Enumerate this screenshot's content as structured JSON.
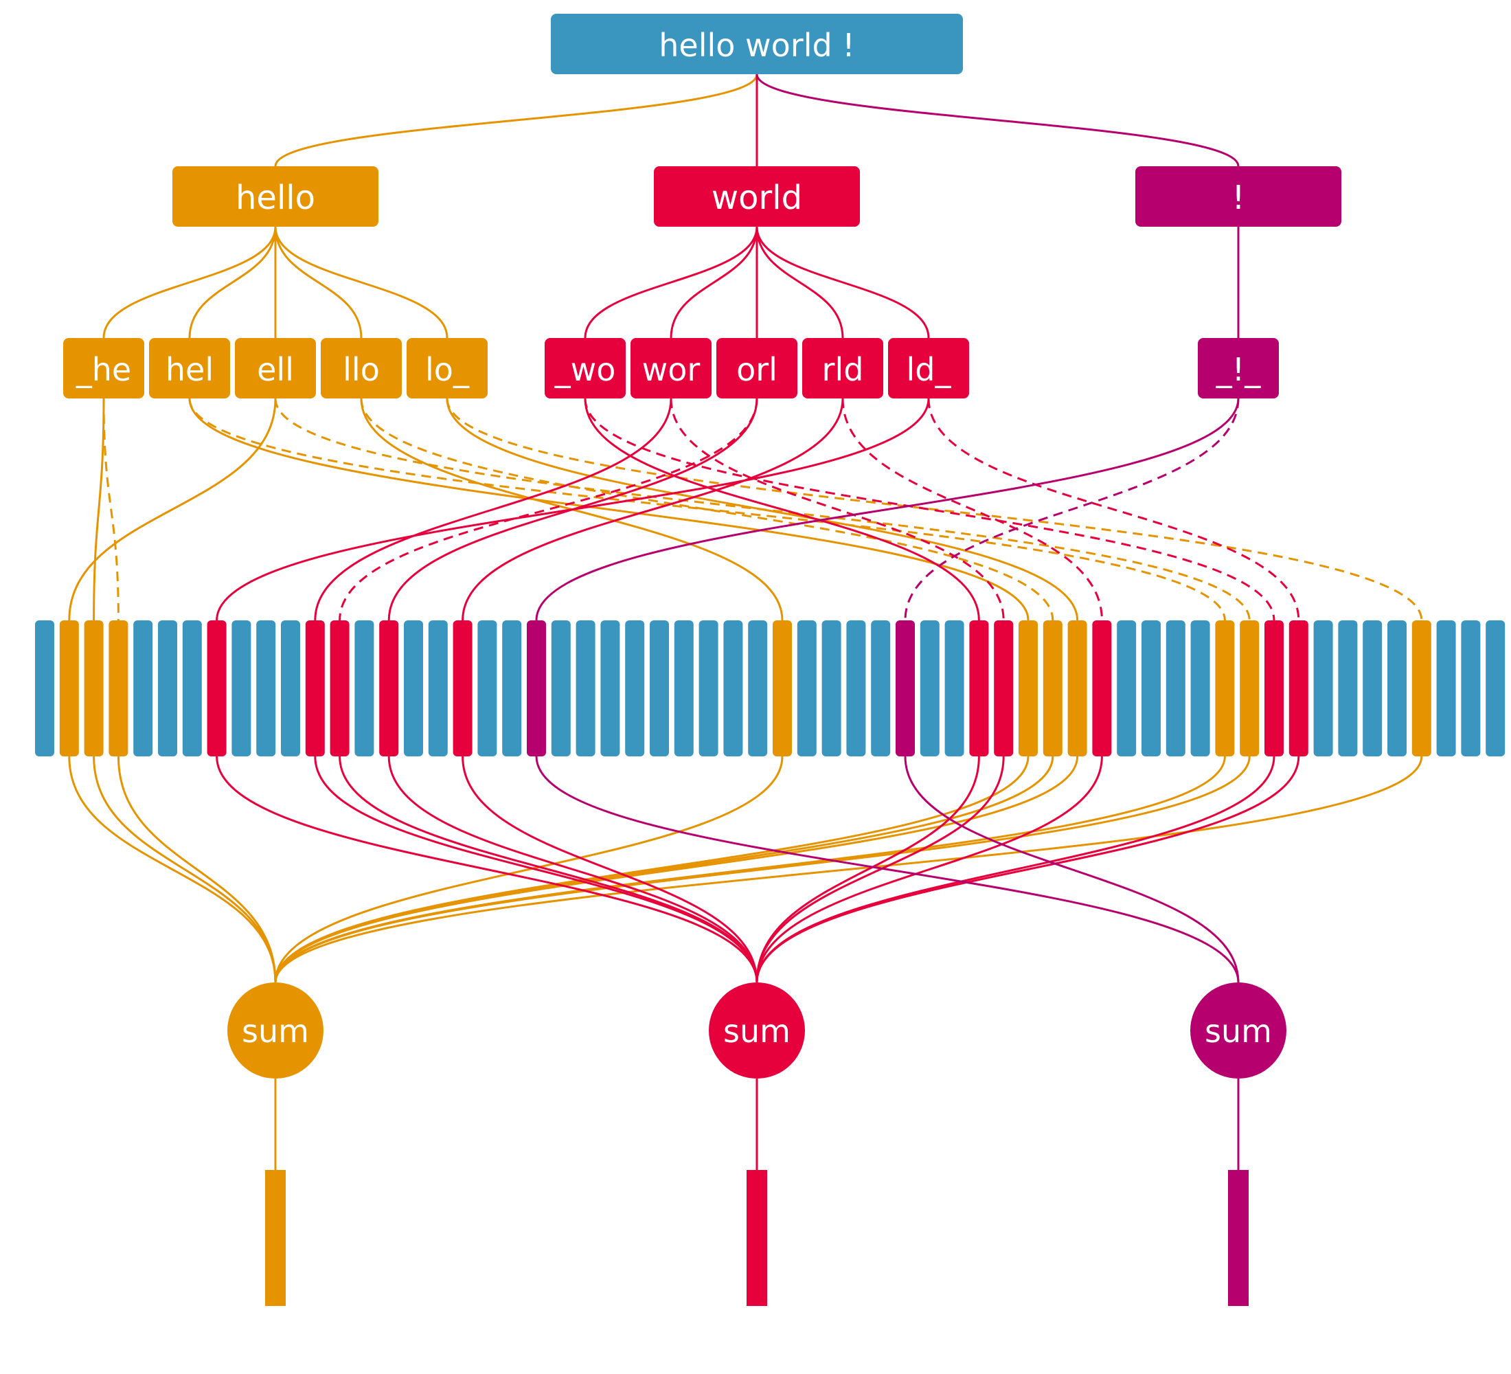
{
  "colors": {
    "root": "#3a95bf",
    "hello": "#e59400",
    "world": "#e6003c",
    "bang": "#b5006e",
    "slot": "#3a95bf"
  },
  "root": {
    "label": "hello world !"
  },
  "words": [
    {
      "id": "hello",
      "label": "hello",
      "color": "hello",
      "ngrams": [
        "_he",
        "hel",
        "ell",
        "llo",
        "lo_"
      ]
    },
    {
      "id": "world",
      "label": "world",
      "color": "world",
      "ngrams": [
        "_wo",
        "wor",
        "orl",
        "rld",
        "ld_"
      ]
    },
    {
      "id": "bang",
      "label": "!",
      "color": "bang",
      "ngrams": [
        "_!_"
      ]
    }
  ],
  "embedding": {
    "slot_count": 60,
    "hash_links": [
      {
        "word": 0,
        "ngram": 0,
        "slots": [
          2,
          3
        ]
      },
      {
        "word": 0,
        "ngram": 1,
        "slots": [
          40,
          48
        ]
      },
      {
        "word": 0,
        "ngram": 2,
        "slots": [
          1,
          49
        ]
      },
      {
        "word": 0,
        "ngram": 3,
        "slots": [
          30,
          41
        ]
      },
      {
        "word": 0,
        "ngram": 4,
        "slots": [
          42,
          56
        ]
      },
      {
        "word": 1,
        "ngram": 0,
        "slots": [
          38,
          50
        ]
      },
      {
        "word": 1,
        "ngram": 1,
        "slots": [
          11,
          39
        ]
      },
      {
        "word": 1,
        "ngram": 2,
        "slots": [
          14,
          12
        ]
      },
      {
        "word": 1,
        "ngram": 3,
        "slots": [
          17,
          43
        ]
      },
      {
        "word": 1,
        "ngram": 4,
        "slots": [
          7,
          51
        ]
      },
      {
        "word": 2,
        "ngram": 0,
        "slots": [
          20,
          35
        ]
      }
    ]
  },
  "sums": [
    {
      "label": "sum",
      "color": "hello"
    },
    {
      "label": "sum",
      "color": "world"
    },
    {
      "label": "sum",
      "color": "bang"
    }
  ]
}
